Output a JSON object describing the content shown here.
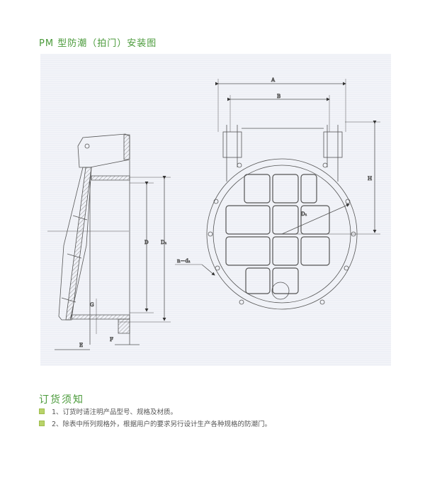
{
  "title": "PM 型防潮（拍门）安装图",
  "drawing": {
    "labels": {
      "A": "A",
      "B": "B",
      "H": "H",
      "D1_circle": "D₁",
      "D": "D",
      "D1_side": "D₁",
      "nd1": "n－d₁",
      "G": "G",
      "E": "E",
      "F": "F"
    }
  },
  "notice": {
    "title": "订货须知",
    "items": [
      "1、订货时请注明产品型号、规格及材质。",
      "2、除表中所列规格外，根据用户的要求另行设计生产各种规格的防潮门。"
    ]
  },
  "colors": {
    "accent": "#4a9a3a",
    "bullet": "#b9d36a",
    "line": "#555555"
  }
}
